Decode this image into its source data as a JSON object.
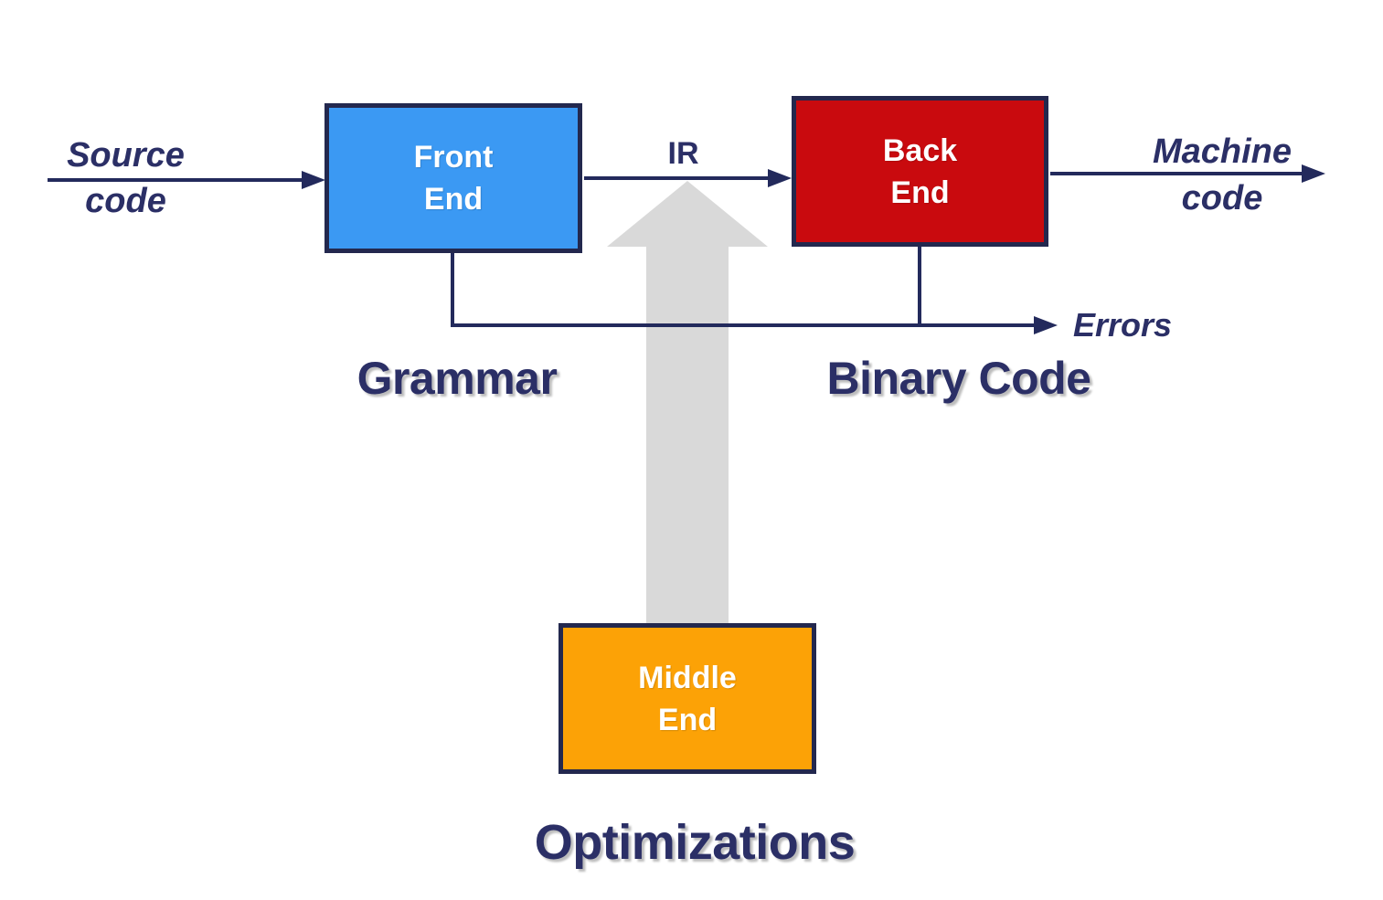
{
  "colors": {
    "background": "#ffffff",
    "front_end_fill": "#3b99f3",
    "back_end_fill": "#c90a0e",
    "middle_end_fill": "#fca206",
    "box_border": "#23284e",
    "line": "#232a5c",
    "label_text": "#2b2f66",
    "node_text": "#ffffff",
    "block_arrow": "#d9d9d9"
  },
  "nodes": {
    "front_end": {
      "lines": [
        "Front",
        "End"
      ]
    },
    "back_end": {
      "lines": [
        "Back",
        "End"
      ]
    },
    "middle_end": {
      "lines": [
        "Middle",
        "End"
      ]
    }
  },
  "edges": {
    "source_code": {
      "lines": [
        "Source",
        "code"
      ]
    },
    "ir": {
      "label": "IR"
    },
    "machine_code": {
      "lines": [
        "Machine",
        "code"
      ]
    },
    "errors": {
      "label": "Errors"
    }
  },
  "captions": {
    "grammar": "Grammar",
    "binary_code": "Binary Code",
    "optimizations": "Optimizations"
  }
}
